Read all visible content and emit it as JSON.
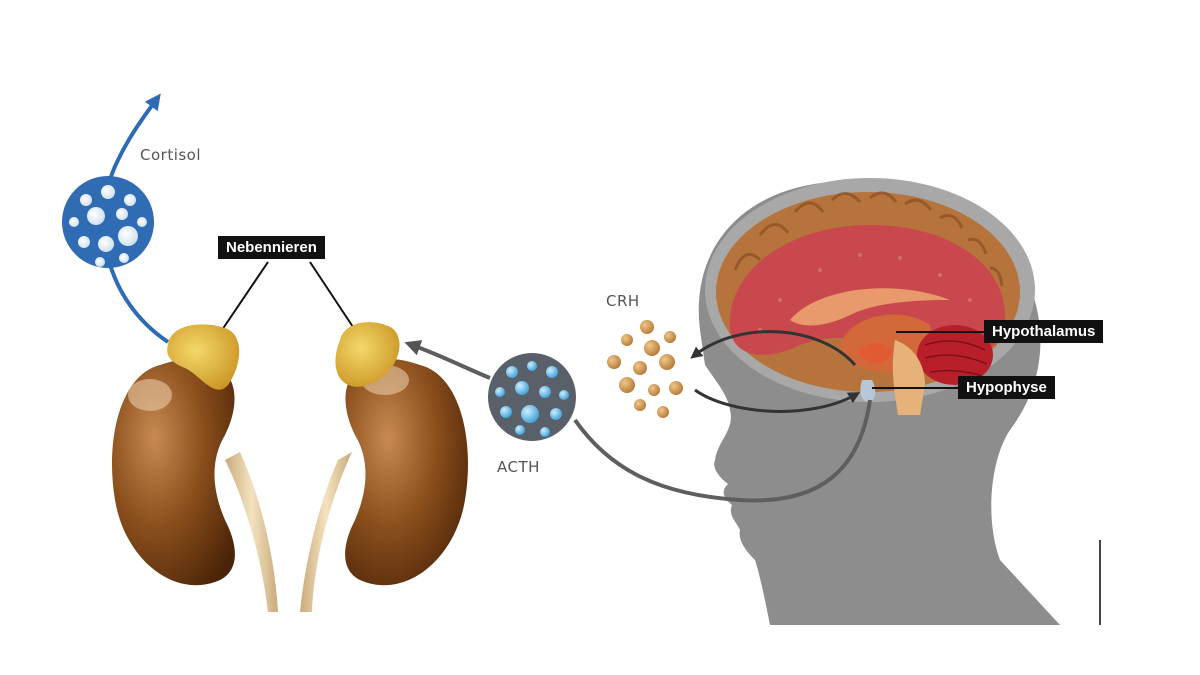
{
  "labels": {
    "cortisol": "Cortisol",
    "nebennieren": "Nebennieren",
    "crh": "CRH",
    "acth": "ACTH",
    "hypothalamus": "Hypothalamus",
    "hypophyse": "Hypophyse"
  },
  "colors": {
    "cortisol_arrow": "#2e6bb5",
    "cortisol_molecule": "#2f6cb4",
    "acth_molecule": "#5a6069",
    "acth_dots": "#5fb8e6",
    "crh_dots": "#c8924e",
    "kidney": "#8a4e1c",
    "adrenal": "#e6b93a",
    "head": "#8a8a8a",
    "cerebrum": "#c9484e",
    "cortex": "#b6743c",
    "arrow_gray": "#5a5a5a",
    "label_box": "#111111"
  }
}
